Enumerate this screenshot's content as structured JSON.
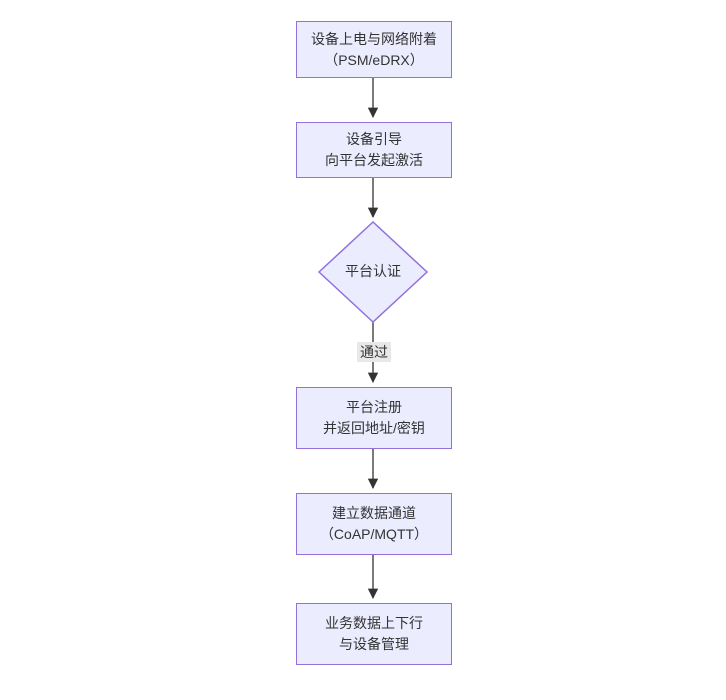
{
  "diagram": {
    "type": "flowchart",
    "direction": "top-down",
    "nodes": [
      {
        "id": "A",
        "shape": "rect",
        "line1": "设备上电与网络附着",
        "line2": "（PSM/eDRX）"
      },
      {
        "id": "B",
        "shape": "rect",
        "line1": "设备引导",
        "line2": "向平台发起激活"
      },
      {
        "id": "C",
        "shape": "diamond",
        "line1": "平台认证",
        "line2": ""
      },
      {
        "id": "D",
        "shape": "rect",
        "line1": "平台注册",
        "line2": "并返回地址/密钥"
      },
      {
        "id": "E",
        "shape": "rect",
        "line1": "建立数据通道",
        "line2": "（CoAP/MQTT）"
      },
      {
        "id": "F",
        "shape": "rect",
        "line1": "业务数据上下行",
        "line2": "与设备管理"
      }
    ],
    "edges": [
      {
        "from": "A",
        "to": "B",
        "label": ""
      },
      {
        "from": "B",
        "to": "C",
        "label": ""
      },
      {
        "from": "C",
        "to": "D",
        "label": "通过"
      },
      {
        "from": "D",
        "to": "E",
        "label": ""
      },
      {
        "from": "E",
        "to": "F",
        "label": ""
      }
    ],
    "colors": {
      "node_fill": "#ECECFF",
      "node_border": "#9370DB",
      "edge_line": "#333333",
      "arrowhead": "#333333",
      "edge_label_bg": "#e8e8e8",
      "text": "#333333",
      "background": "#ffffff"
    }
  }
}
